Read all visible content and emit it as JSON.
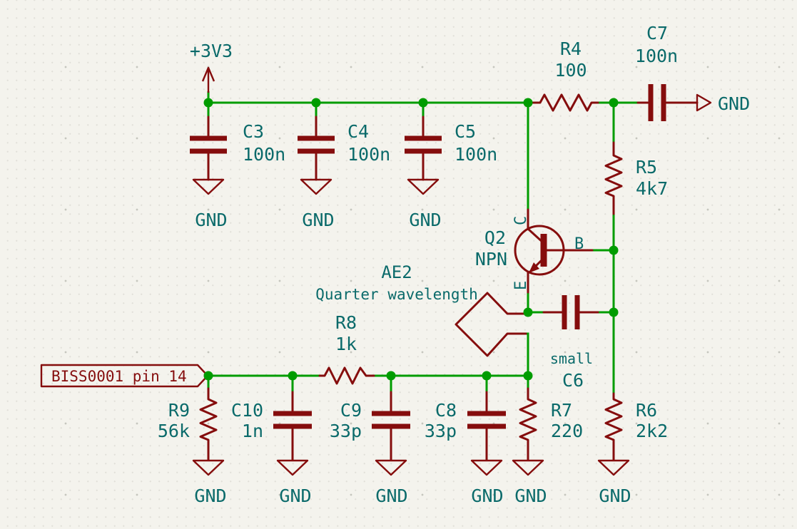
{
  "colors": {
    "background": "#F4F3ED",
    "wire": "#009C00",
    "symbol": "#850D0D",
    "text": "#0A6A6A"
  },
  "labels": {
    "power": "+3V3",
    "gnd": "GND",
    "net_input": "BISS0001 pin 14"
  },
  "components": {
    "C3": {
      "ref": "C3",
      "value": "100n"
    },
    "C4": {
      "ref": "C4",
      "value": "100n"
    },
    "C5": {
      "ref": "C5",
      "value": "100n"
    },
    "C6": {
      "ref": "C6",
      "value": "small"
    },
    "C7": {
      "ref": "C7",
      "value": "100n"
    },
    "C8": {
      "ref": "C8",
      "value": "33p"
    },
    "C9": {
      "ref": "C9",
      "value": "33p"
    },
    "C10": {
      "ref": "C10",
      "value": "1n"
    },
    "R4": {
      "ref": "R4",
      "value": "100"
    },
    "R5": {
      "ref": "R5",
      "value": "4k7"
    },
    "R6": {
      "ref": "R6",
      "value": "2k2"
    },
    "R7": {
      "ref": "R7",
      "value": "220"
    },
    "R8": {
      "ref": "R8",
      "value": "1k"
    },
    "R9": {
      "ref": "R9",
      "value": "56k"
    },
    "Q2": {
      "ref": "Q2",
      "value": "NPN",
      "pins": {
        "collector": "C",
        "base": "B",
        "emitter": "E"
      }
    },
    "AE2": {
      "ref": "AE2",
      "value": "Quarter wavelength"
    }
  }
}
